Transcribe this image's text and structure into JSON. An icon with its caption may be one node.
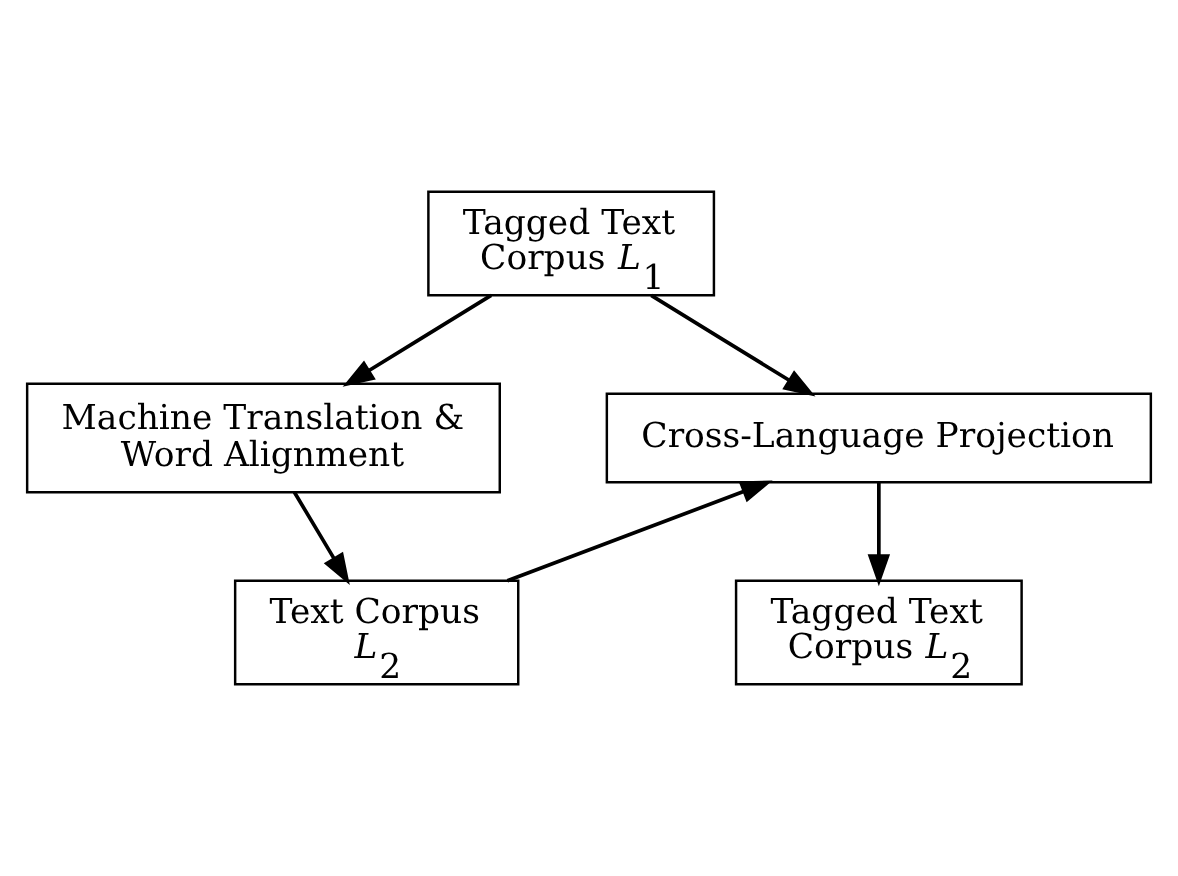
{
  "diagram": {
    "nodes": [
      {
        "text": [
          "Tagged Text Corpus *L*$_{1}$"
        ]
      },
      {
        "text": [
          "Machine Translation & Word Alignment"
        ]
      },
      {
        "text": [
          "Text Corpus *L*$_{2}$"
        ]
      },
      {
        "text": [
          "Cross-Language Projection"
        ]
      },
      {
        "text": [
          "Tagged Text Corpus *L*$_{2}$"
        ]
      }
    ],
    "edges": [
      {
        "from": 0,
        "to": 1,
        "arrow": "to"
      },
      {
        "from": 1,
        "to": 2,
        "arrow": "to"
      },
      {
        "from": 0,
        "to": 3,
        "arrow": "to"
      },
      {
        "from": 2,
        "to": 3,
        "arrow": "to"
      },
      {
        "from": 3,
        "to": 4,
        "arrow": "to"
      }
    ]
  }
}
